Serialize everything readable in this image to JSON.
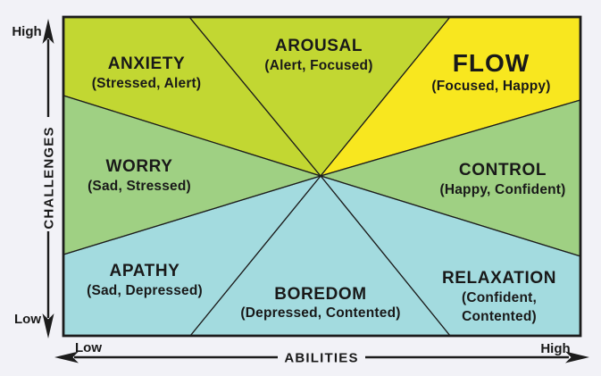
{
  "y_axis": {
    "label": "CHALLENGES",
    "top": "High",
    "bottom": "Low"
  },
  "x_axis": {
    "label": "ABILITIES",
    "left": "Low",
    "right": "High"
  },
  "colors": {
    "yellow_green": "#c2d732",
    "yellow": "#f8e71f",
    "green": "#9fd083",
    "blue": "#a3dbdf",
    "line": "#1c1c1c",
    "background": "#f2f2f7"
  },
  "regions": [
    {
      "id": "anxiety",
      "name": "ANXIETY",
      "subtitle": "(Stressed, Alert)",
      "color": "#c2d732",
      "position": "top-left"
    },
    {
      "id": "arousal",
      "name": "AROUSAL",
      "subtitle": "(Alert, Focused)",
      "color": "#c2d732",
      "position": "top-center"
    },
    {
      "id": "flow",
      "name": "FLOW",
      "subtitle": "(Focused, Happy)",
      "color": "#f8e71f",
      "position": "top-right"
    },
    {
      "id": "worry",
      "name": "WORRY",
      "subtitle": "(Sad, Stressed)",
      "color": "#9fd083",
      "position": "middle-left"
    },
    {
      "id": "control",
      "name": "CONTROL",
      "subtitle": "(Happy, Confident)",
      "color": "#9fd083",
      "position": "middle-right"
    },
    {
      "id": "apathy",
      "name": "APATHY",
      "subtitle": "(Sad, Depressed)",
      "color": "#a3dbdf",
      "position": "bottom-left"
    },
    {
      "id": "boredom",
      "name": "BOREDOM",
      "subtitle": "(Depressed, Contented)",
      "color": "#a3dbdf",
      "position": "bottom-center"
    },
    {
      "id": "relaxation",
      "name": "RELAXATION",
      "subtitle": "(Confident, Contented)",
      "subtitle_lines": [
        "(Confident,",
        "Contented)"
      ],
      "color": "#a3dbdf",
      "position": "bottom-right"
    }
  ]
}
